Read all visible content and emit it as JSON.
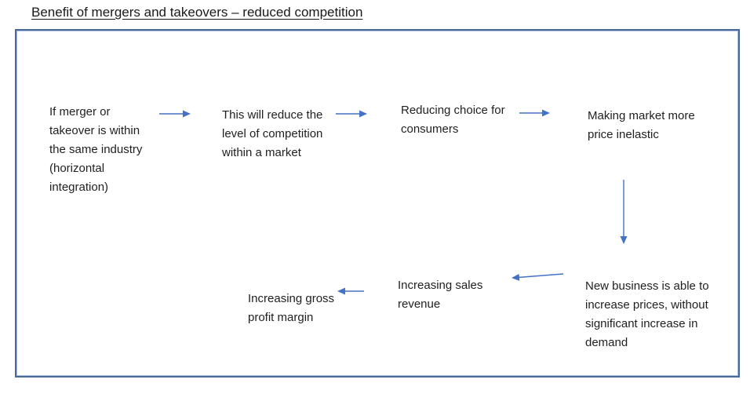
{
  "title": "Benefit of mergers and takeovers – reduced competition",
  "diagram": {
    "nodes": [
      {
        "id": "horizontal-integration",
        "text": "If merger or\ntakeover is within\nthe same industry\n(horizontal\nintegration)"
      },
      {
        "id": "reduce-competition",
        "text": "This will reduce the\nlevel of competition\nwithin a market"
      },
      {
        "id": "reducing-choice",
        "text": "Reducing choice for\nconsumers"
      },
      {
        "id": "price-inelastic",
        "text": "Making market more\nprice inelastic"
      },
      {
        "id": "increase-prices",
        "text": "New business is able to\nincrease prices, without\nsignificant increase in\ndemand"
      },
      {
        "id": "sales-revenue",
        "text": "Increasing sales\nrevenue"
      },
      {
        "id": "gross-profit-margin",
        "text": "Increasing gross\nprofit margin"
      }
    ],
    "edges": [
      {
        "from": "horizontal-integration",
        "to": "reduce-competition",
        "direction": "right"
      },
      {
        "from": "reduce-competition",
        "to": "reducing-choice",
        "direction": "right"
      },
      {
        "from": "reducing-choice",
        "to": "price-inelastic",
        "direction": "right"
      },
      {
        "from": "price-inelastic",
        "to": "increase-prices",
        "direction": "down"
      },
      {
        "from": "increase-prices",
        "to": "sales-revenue",
        "direction": "left"
      },
      {
        "from": "sales-revenue",
        "to": "gross-profit-margin",
        "direction": "left"
      }
    ],
    "colors": {
      "arrow": "#4472C4",
      "box_border": "#4a6899",
      "text": "#1f1f1f",
      "background": "#ffffff"
    }
  }
}
